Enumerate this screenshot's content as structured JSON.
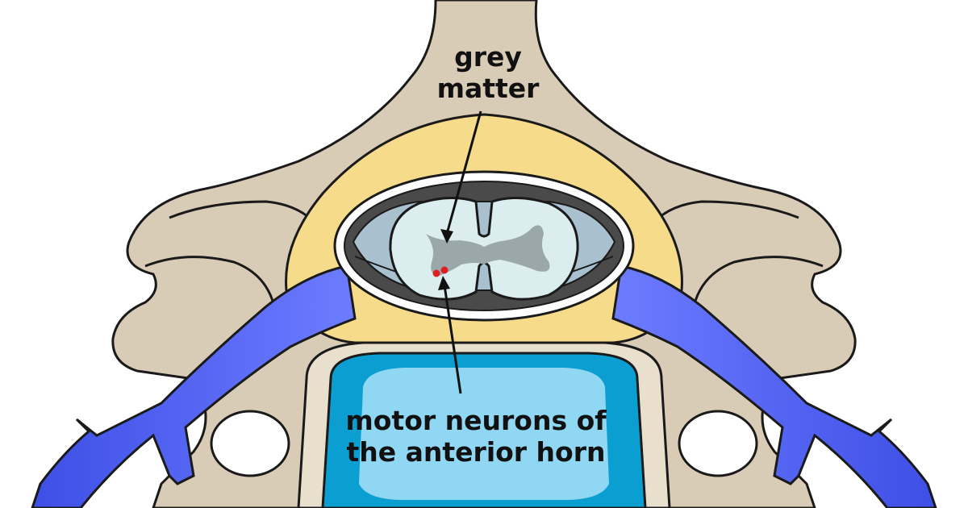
{
  "labels": {
    "grey_matter": {
      "line1": "grey",
      "line2": "matter"
    },
    "motor_neurons": {
      "line1": "motor neurons of",
      "line2": "the anterior horn"
    }
  },
  "colors": {
    "bone": "#d9ccb6",
    "ligament": "#f6dc8a",
    "dura_dark": "#4a4a4a",
    "csf": "#a9c0cf",
    "white_matter": "#dcedf0",
    "grey_matter": "#9aa8ac",
    "disc_outer": "#0b9ed0",
    "disc_inner": "#8fd7f3",
    "nerve": "#4a5df0",
    "neuron": "#e02020",
    "outline": "#1a1a1a"
  }
}
